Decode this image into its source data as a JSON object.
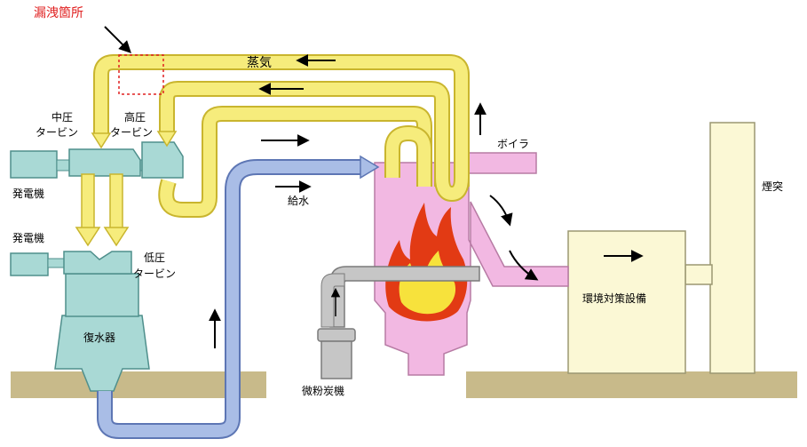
{
  "labels": {
    "leak_location": "漏洩箇所",
    "steam": "蒸気",
    "ip_turbine_line1": "中圧",
    "ip_turbine_line2": "タービン",
    "hp_turbine_line1": "高圧",
    "hp_turbine_line2": "タービン",
    "generator_upper": "発電機",
    "generator_lower": "発電機",
    "lp_turbine_line1": "低圧",
    "lp_turbine_line2": "タービン",
    "condenser": "復水器",
    "feedwater": "給水",
    "boiler": "ボイラ",
    "chimney": "煙突",
    "environmental_equipment": "環境対策設備",
    "pulverizer": "微粉炭機"
  },
  "colors": {
    "steam_pipe": "#f6ec7c",
    "steam_pipe_edge": "#c9b52e",
    "water_pipe": "#a9bde6",
    "water_pipe_edge": "#5d76b4",
    "machine": "#a9d9d5",
    "machine_edge": "#4f8f8c",
    "boiler": "#f2b8e2",
    "boiler_edge": "#b77ba4",
    "ground": "#c8ba8a",
    "equipment": "#fbf8d5",
    "leak_marker": "#e02020"
  }
}
